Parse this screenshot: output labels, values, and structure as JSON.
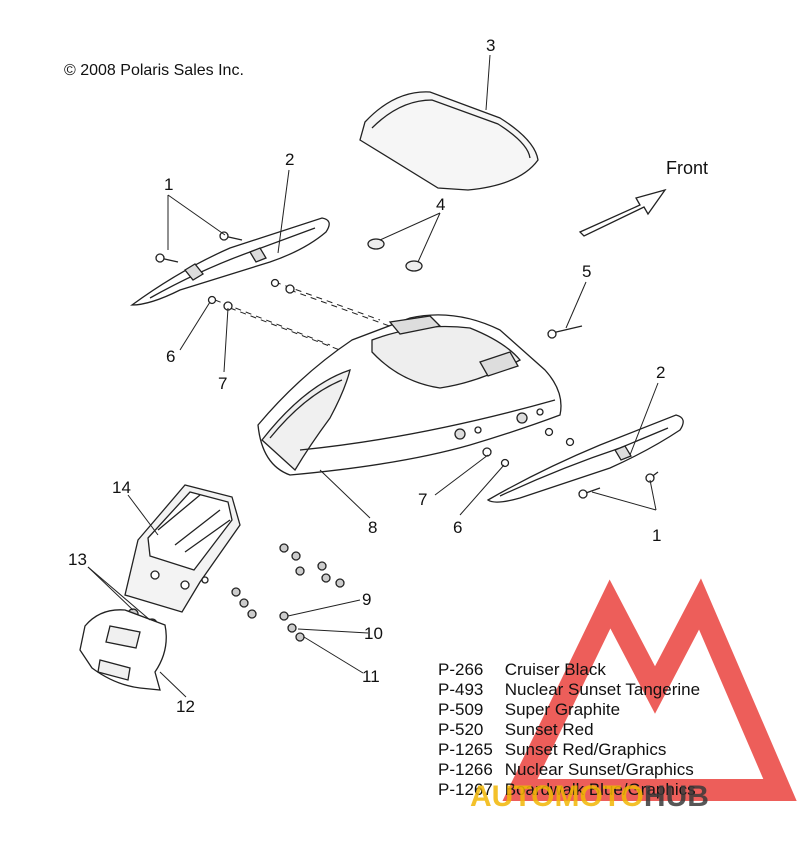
{
  "copyright": "© 2008 Polaris Sales Inc.",
  "direction_label": "Front",
  "callouts": {
    "c1a": "1",
    "c1b": "1",
    "c2a": "2",
    "c2b": "2",
    "c3": "3",
    "c4": "4",
    "c5": "5",
    "c6a": "6",
    "c6b": "6",
    "c7a": "7",
    "c7b": "7",
    "c8": "8",
    "c9": "9",
    "c10": "10",
    "c11": "11",
    "c12": "12",
    "c13": "13",
    "c14": "14"
  },
  "color_legend": [
    {
      "code": "P-266",
      "name": "Cruiser Black"
    },
    {
      "code": "P-493",
      "name": "Nuclear Sunset Tangerine"
    },
    {
      "code": "P-509",
      "name": "Super Graphite"
    },
    {
      "code": "P-520",
      "name": "Sunset Red"
    },
    {
      "code": "P-1265",
      "name": "Sunset Red/Graphics"
    },
    {
      "code": "P-1266",
      "name": "Nuclear Sunset/Graphics"
    },
    {
      "code": "P-1267",
      "name": "Boardwalk Blue/Graphics"
    }
  ],
  "watermark": {
    "part1": "AUTOMOTO",
    "part2": "HUB",
    "color_primary": "#e8312b",
    "color_secondary": "#f2b705",
    "color_dark": "#3a3a3a"
  }
}
